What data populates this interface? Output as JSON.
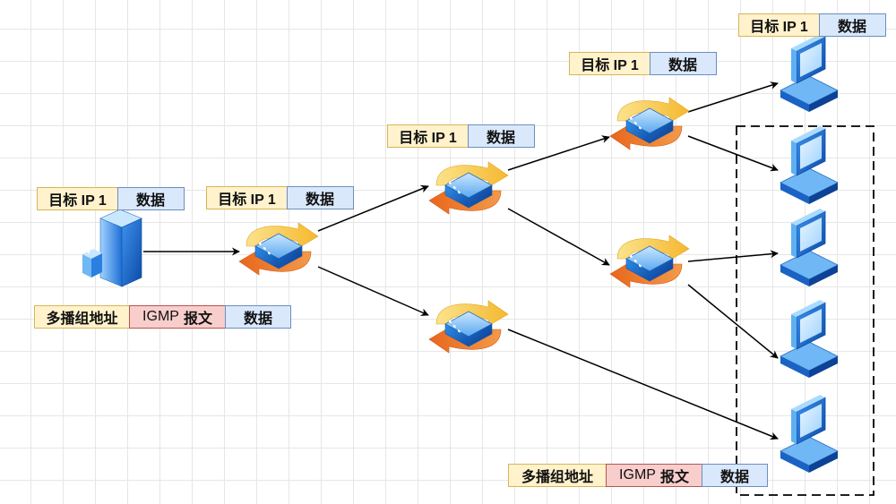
{
  "labels": {
    "server": {
      "target": "目标 IP 1",
      "data": "数据"
    },
    "multicast_left": {
      "group": "多播组地址",
      "igmp": "IGMP",
      "report": "报文",
      "data": "数据"
    },
    "router1": {
      "target": "目标 IP 1",
      "data": "数据"
    },
    "router2": {
      "target": "目标 IP 1",
      "data": "数据"
    },
    "router4": {
      "target": "目标 IP 1",
      "data": "数据"
    },
    "host1": {
      "target": "目标 IP 1",
      "data": "数据"
    },
    "multicast_bottom": {
      "group": "多播组地址",
      "igmp": "IGMP",
      "report": "报文",
      "data": "数据"
    }
  },
  "icons": {
    "server": "server-icon",
    "router": "router-icon",
    "host": "computer-icon"
  },
  "colors": {
    "ip_fill": "#fff2cc",
    "ip_border": "#d6b656",
    "data_fill": "#dae8fc",
    "data_border": "#6c8ebf",
    "igmp_fill": "#f8cecc",
    "igmp_border": "#b85450",
    "arrow_top": "#f5c245",
    "arrow_bottom": "#ee7c2c"
  }
}
